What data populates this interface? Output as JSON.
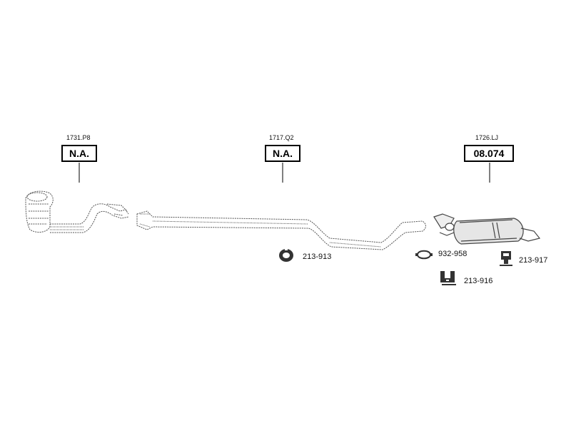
{
  "assemblies": [
    {
      "code": "1731.P8",
      "part_number": "N.A."
    },
    {
      "code": "1717.Q2",
      "part_number": "N.A."
    },
    {
      "code": "1726.LJ",
      "part_number": "08.074"
    }
  ],
  "accessories": [
    {
      "number": "213-913",
      "icon": "rubber-hanger-icon"
    },
    {
      "number": "932-958",
      "icon": "pipe-clamp-icon"
    },
    {
      "number": "213-917",
      "icon": "mounting-bracket-icon"
    },
    {
      "number": "213-916",
      "icon": "bracket-clip-icon"
    }
  ],
  "colors": {
    "line": "#555555",
    "box_border": "#000000",
    "muffler_fill": "#e6e6e6"
  }
}
